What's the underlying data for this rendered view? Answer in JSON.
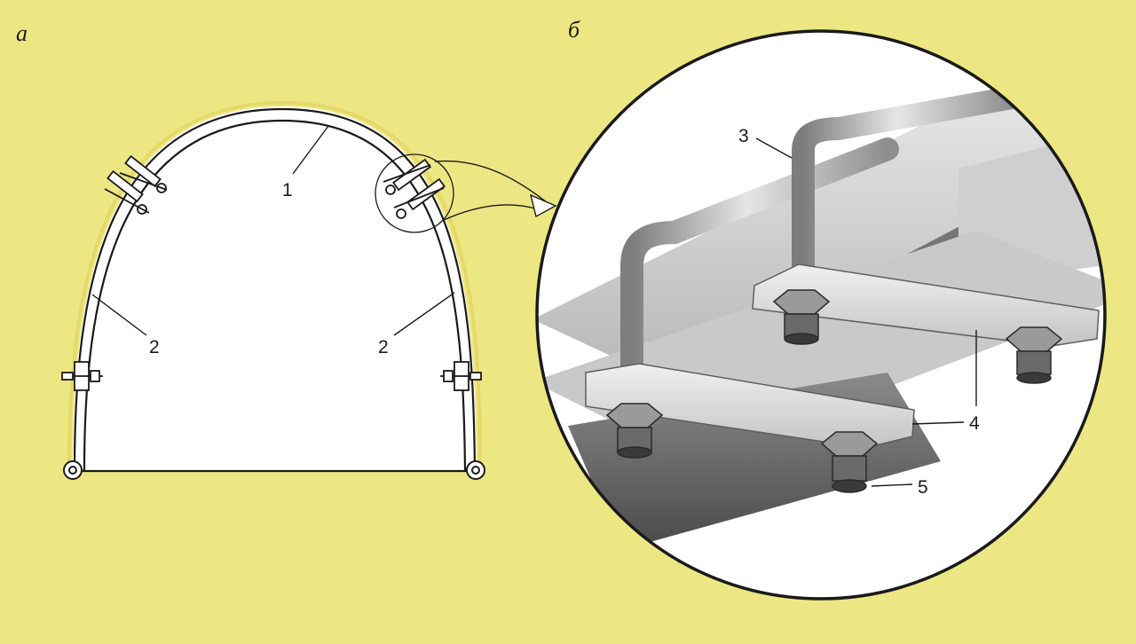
{
  "panels": {
    "a": {
      "label": "а"
    },
    "b": {
      "label": "б"
    }
  },
  "callouts": {
    "arch_top": "1",
    "left_leg": "2",
    "right_leg": "2",
    "u_bolt": "3",
    "clamp_plate": "4",
    "nut": "5"
  },
  "colors": {
    "background": "#ece783",
    "arch_fill": "#ffffff",
    "steel_light": "#d9d9d9",
    "steel_mid": "#a8a8a8",
    "steel_dark": "#5e5e5e",
    "outline": "#1a1a1a"
  }
}
